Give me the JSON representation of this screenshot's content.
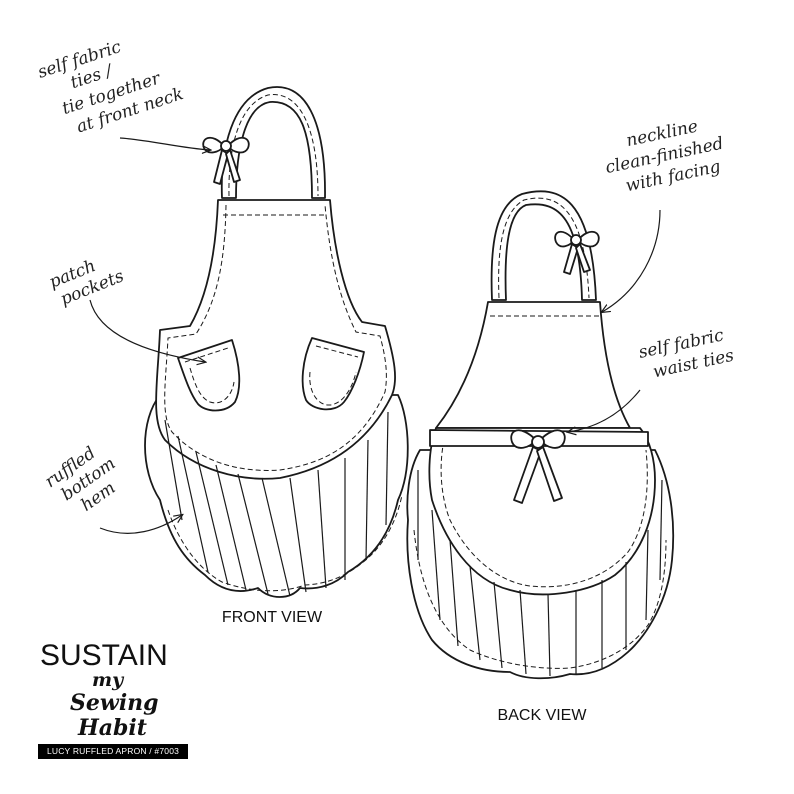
{
  "callouts": {
    "ties_neck": [
      "self fabric",
      "ties /",
      "tie together",
      "at front neck"
    ],
    "pockets": [
      "patch",
      "pockets"
    ],
    "ruffle": [
      "ruffled",
      "bottom",
      "hem"
    ],
    "neckline": [
      "neckline",
      "clean-finished",
      "with facing"
    ],
    "waist": [
      "self fabric",
      "waist ties"
    ]
  },
  "views": {
    "front": "FRONT VIEW",
    "back": "BACK VIEW"
  },
  "brand": {
    "line1": "SUSTAIN",
    "line2": "my",
    "line3": "Sewing",
    "line4": "Habit",
    "banner": "LUCY RUFFLED APRON / #7003"
  }
}
